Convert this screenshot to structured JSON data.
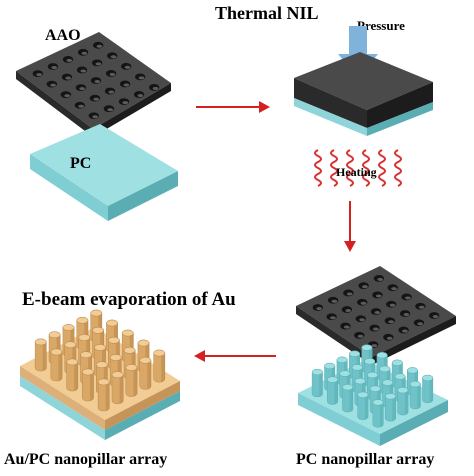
{
  "labels": {
    "aao": "AAO",
    "pc": "PC",
    "thermal_nil": "Thermal NIL",
    "pressure": "Pressure",
    "heating": "Heating",
    "ebeam": "E-beam evaporation of Au",
    "pc_array": "PC nanopillar array",
    "aupc_array": "Au/PC nanopillar array"
  },
  "colors": {
    "mold_top": "#4a4a4a",
    "mold_dark": "#1e1e1e",
    "mold_side": "#3a3a3a",
    "pc_top": "#9fe0e3",
    "pc_side": "#6fc3c8",
    "pc_dark": "#5aaeb3",
    "au_top": "#f1cc95",
    "au_side": "#d9a867",
    "au_dark": "#b8864a",
    "arrow": "#d42020",
    "heat": "#d93030",
    "pressure_arrow": "#7fb3dc"
  }
}
